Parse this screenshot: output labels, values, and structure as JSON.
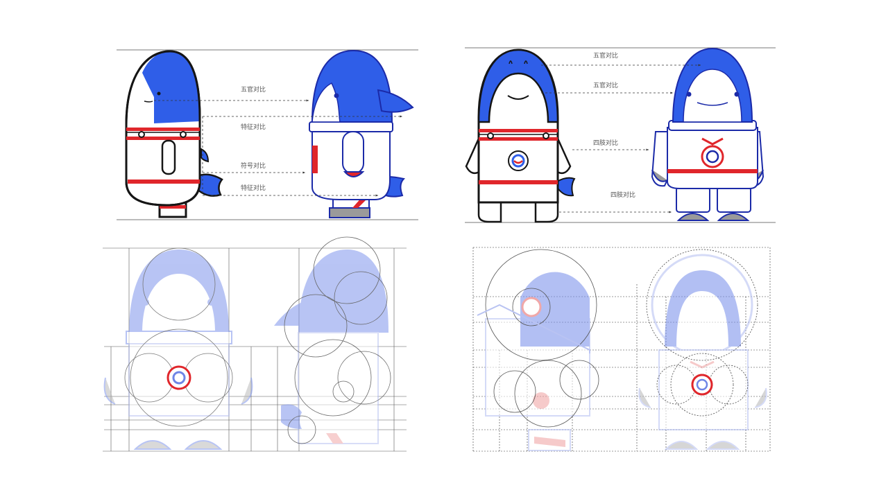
{
  "colors": {
    "shark_blue": "#2f5ee8",
    "outline": "#151515",
    "suit_red": "#e0262b",
    "guide_blue": "#1b2aa8",
    "faded_blue": "#b9c3f2",
    "faded_red": "#f1a8a8",
    "gray": "#9a9a9a"
  },
  "panel_top_left": {
    "labels": [
      "五官对比",
      "特征对比",
      "符号对比",
      "特征对比"
    ]
  },
  "panel_top_right": {
    "labels": [
      "五官对比",
      "五官对比",
      "四肢对比",
      "四肢对比"
    ]
  }
}
